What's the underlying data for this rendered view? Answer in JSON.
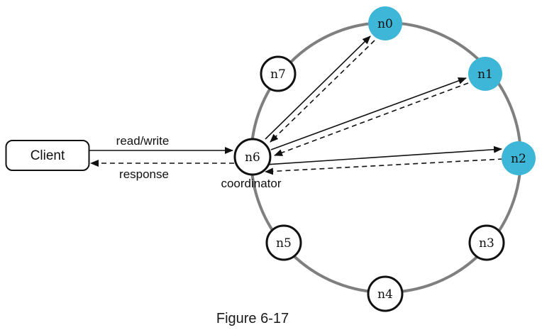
{
  "colors": {
    "highlight": "#3eb6d8",
    "node_fill": "#ffffff",
    "ring": "#7f7f7f",
    "arrow": "#111111"
  },
  "client": {
    "label": "Client"
  },
  "labels": {
    "request": "read/write",
    "response": "response",
    "coordinator": "coordinator"
  },
  "caption": "Figure 6-17",
  "ring": {
    "nodes": [
      {
        "id": "n0",
        "label": "n0",
        "highlighted": true
      },
      {
        "id": "n1",
        "label": "n1",
        "highlighted": true
      },
      {
        "id": "n2",
        "label": "n2",
        "highlighted": true
      },
      {
        "id": "n3",
        "label": "n3",
        "highlighted": false
      },
      {
        "id": "n4",
        "label": "n4",
        "highlighted": false
      },
      {
        "id": "n5",
        "label": "n5",
        "highlighted": false
      },
      {
        "id": "n6",
        "label": "n6",
        "highlighted": false
      },
      {
        "id": "n7",
        "label": "n7",
        "highlighted": false
      }
    ]
  }
}
